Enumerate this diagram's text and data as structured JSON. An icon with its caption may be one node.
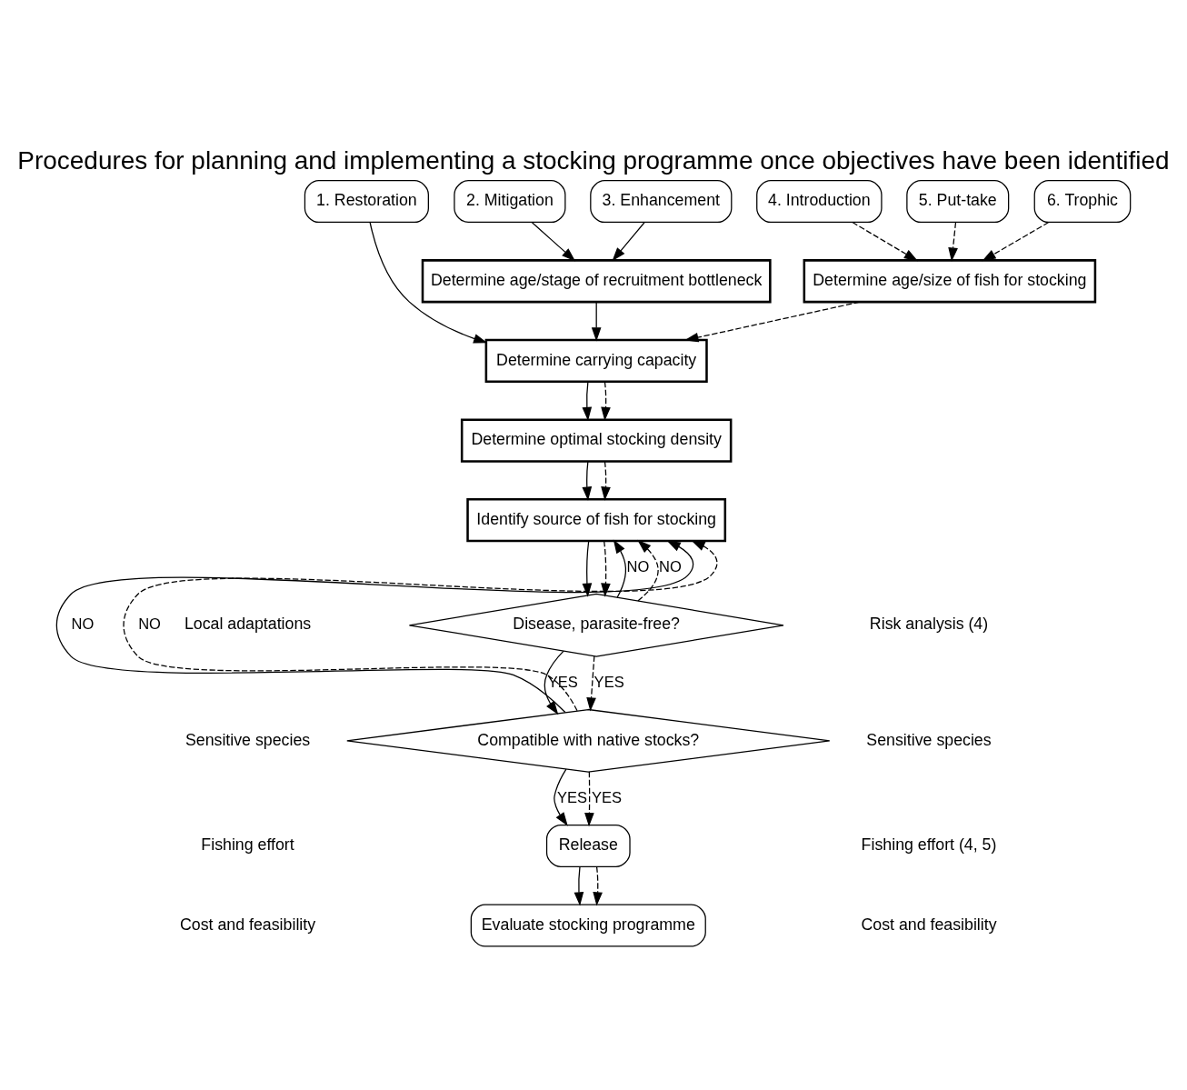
{
  "diagram": {
    "title": "Procedures for planning and implementing a stocking programme once objectives have been identified",
    "nodes": [
      {
        "text": [
          "1. Restoration"
        ]
      },
      {
        "text": [
          "2. Mitigation"
        ]
      },
      {
        "text": [
          "3. Enhancement"
        ]
      },
      {
        "text": [
          "4. Introduction"
        ]
      },
      {
        "text": [
          "5. Put-take"
        ]
      },
      {
        "text": [
          "6. Trophic"
        ]
      },
      {
        "text": [
          "Determine age/stage of recruitment bottleneck"
        ]
      },
      {
        "text": [
          "Determine age/size of fish for stocking"
        ]
      },
      {
        "text": [
          "Determine carrying capacity"
        ]
      },
      {
        "text": [
          "Determine optimal stocking density"
        ]
      },
      {
        "text": [
          "Identify source of fish for stocking"
        ]
      },
      {
        "text": [
          "Disease, parasite-free?"
        ]
      },
      {
        "text": [
          "Compatible with native stocks?"
        ]
      },
      {
        "text": [
          "Release"
        ]
      },
      {
        "text": [
          "Evaluate stocking programme"
        ]
      }
    ],
    "edges": [
      {
        "from": 0,
        "to": 8,
        "arrow": "to"
      },
      {
        "from": 1,
        "to": 6,
        "arrow": "to"
      },
      {
        "from": 2,
        "to": 6,
        "arrow": "to"
      },
      {
        "from": 6,
        "to": 8,
        "arrow": "to"
      },
      {
        "from": 3,
        "to": 7,
        "arrow": "to",
        "style": "dashed"
      },
      {
        "from": 4,
        "to": 7,
        "arrow": "to",
        "style": "dashed"
      },
      {
        "from": 5,
        "to": 7,
        "arrow": "to",
        "style": "dashed"
      },
      {
        "from": 7,
        "to": 8,
        "arrow": "to",
        "style": "dashed"
      },
      {
        "from": 8,
        "to": 9,
        "arrow": "to"
      },
      {
        "from": 8,
        "to": 9,
        "arrow": "to",
        "style": "dashed"
      },
      {
        "from": 9,
        "to": 10,
        "arrow": "to"
      },
      {
        "from": 9,
        "to": 10,
        "arrow": "to",
        "style": "dashed"
      },
      {
        "from": 10,
        "to": 11,
        "arrow": "to"
      },
      {
        "from": 10,
        "to": 11,
        "arrow": "to",
        "style": "dashed"
      },
      {
        "from": 11,
        "to": 10,
        "arrow": "to",
        "label": "NO"
      },
      {
        "from": 11,
        "to": 10,
        "arrow": "to",
        "label": "NO",
        "style": "dashed"
      },
      {
        "from": 11,
        "to": 12,
        "arrow": "to",
        "label": "YES"
      },
      {
        "from": 11,
        "to": 12,
        "arrow": "to",
        "label": "YES",
        "style": "dashed"
      },
      {
        "from": 12,
        "to": 10,
        "arrow": "to",
        "label": "NO"
      },
      {
        "from": 12,
        "to": 10,
        "arrow": "to",
        "label": "NO",
        "style": "dashed"
      },
      {
        "from": 12,
        "to": 13,
        "arrow": "to",
        "label": "YES"
      },
      {
        "from": 12,
        "to": 13,
        "arrow": "to",
        "label": "YES",
        "style": "dashed"
      },
      {
        "from": 13,
        "to": 14,
        "arrow": "to"
      },
      {
        "from": 13,
        "to": 14,
        "arrow": "to",
        "style": "dashed"
      }
    ],
    "labels": [
      "Local adaptations",
      "Sensitive species",
      "Fishing effort",
      "Cost and feasibility",
      "Risk analysis (4)",
      "Sensitive species",
      "Fishing effort (4, 5)",
      "Cost and feasibility"
    ]
  }
}
